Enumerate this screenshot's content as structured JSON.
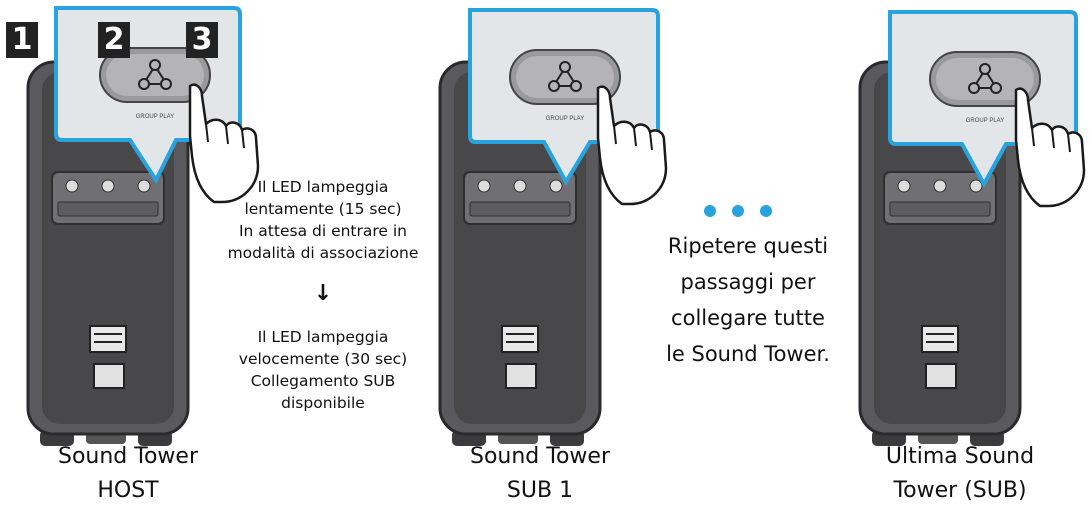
{
  "steps": [
    "1",
    "2",
    "3"
  ],
  "panel_button_label": "GROUP PLAY",
  "icons": {
    "speaker": "speaker-tower-icon",
    "group_play": "group-play-triangle-icon",
    "hand": "pointing-hand-icon",
    "arrow": "down-arrow-icon"
  },
  "colors": {
    "callout_border": "#29a3dd",
    "callout_fill": "#e3e6e8",
    "speaker_body": "#4a4a4d",
    "dots": "#29a3dd"
  },
  "towers": [
    {
      "id": "host",
      "caption_line1": "Sound Tower",
      "caption_line2": "HOST"
    },
    {
      "id": "sub1",
      "caption_line1": "Sound Tower",
      "caption_line2": "SUB 1"
    },
    {
      "id": "last",
      "caption_line1": "Ultima Sound",
      "caption_line2": "Tower (SUB)"
    }
  ],
  "led_notes": {
    "slow": [
      "Il LED lampeggia",
      "lentamente (15 sec)",
      "In attesa di entrare in",
      "modalità di associazione"
    ],
    "arrow": "↓",
    "fast": [
      "Il LED lampeggia",
      "velocemente (30 sec)",
      "Collegamento SUB",
      "disponibile"
    ]
  },
  "repeat_text": [
    "Ripetere questi",
    "passaggi per",
    "collegare tutte",
    "le Sound Tower."
  ]
}
